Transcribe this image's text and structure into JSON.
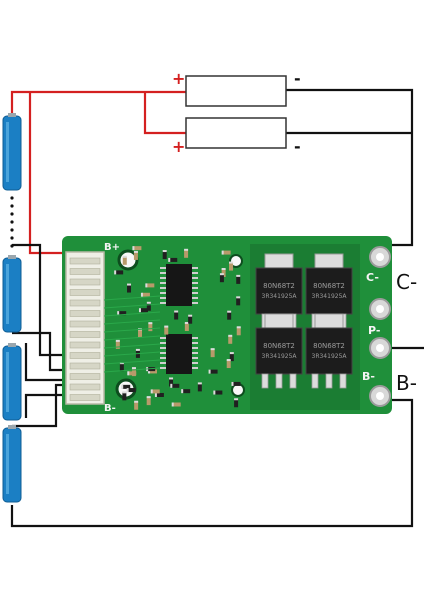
{
  "colors": {
    "wire_red": "#d42020",
    "wire_black": "#111111",
    "pcb": "#1f8f3a",
    "pcb_dark": "#14672a",
    "cell_blue": "#1b7fc4",
    "mosfet": "#1c1c1c",
    "pad": "#c8c8c8",
    "connector": "#efefe6"
  },
  "labels": {
    "charger_top_plus": "+",
    "charger_top_minus": "-",
    "charger_bottom_plus": "+",
    "charger_bottom_minus": "-",
    "terminal_c": "C-",
    "terminal_b": "B-",
    "silk_b_plus": "B+",
    "silk_b_minus": "B-",
    "silk_c_minus": "C-",
    "silk_p_minus": "P-",
    "silk_b_minus_right": "B-"
  },
  "mosfets": [
    {
      "line1": "80N68T2",
      "line2": "3R341925A"
    },
    {
      "line1": "80N68T2",
      "line2": "3R341925A"
    },
    {
      "line1": "80N68T2",
      "line2": "3R341925A"
    },
    {
      "line1": "80N68T2",
      "line2": "3R341925A"
    }
  ]
}
